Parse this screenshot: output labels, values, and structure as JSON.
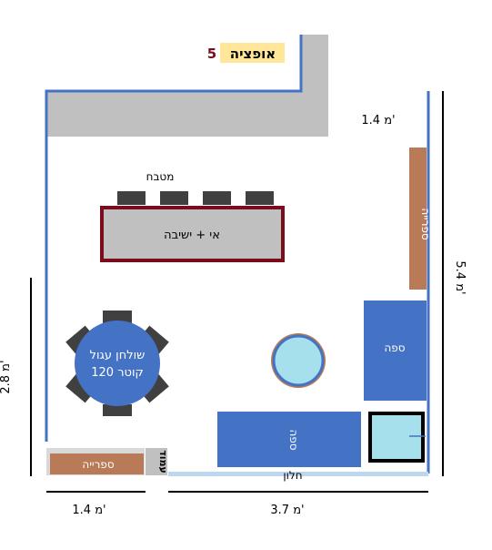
{
  "title": {
    "text": "אופציה",
    "number": "5"
  },
  "rooms": {
    "kitchen": "מטבח",
    "island": "אי + ישיבה",
    "dining_table_line1": "שולחן עגול",
    "dining_table_line2": "קוטר 120",
    "sofa_side": "ספה",
    "sofa_main": "ספה",
    "shelf_right": "ספרייה",
    "shelf_bottom": "ספרייה",
    "column": "עמוד",
    "window": "חלון"
  },
  "dimensions": {
    "top_right_width": "1.4 מ'",
    "right_height": "5.4 מ'",
    "left_height": "2.8 מ'",
    "bottom_left_width": "1.4 מ'",
    "bottom_right_width": "3.7 מ'"
  },
  "colors": {
    "wall_blue": "#4472c4",
    "corridor_gray": "#c0c0c0",
    "island_border": "#7b0c1c",
    "furniture_blue": "#4472c4",
    "shelf_brown": "#b97a57",
    "chair_dark": "#404040",
    "title_bg": "#ffe699",
    "window_light": "#bdd7ee",
    "aqua": "#a5e0ec"
  }
}
